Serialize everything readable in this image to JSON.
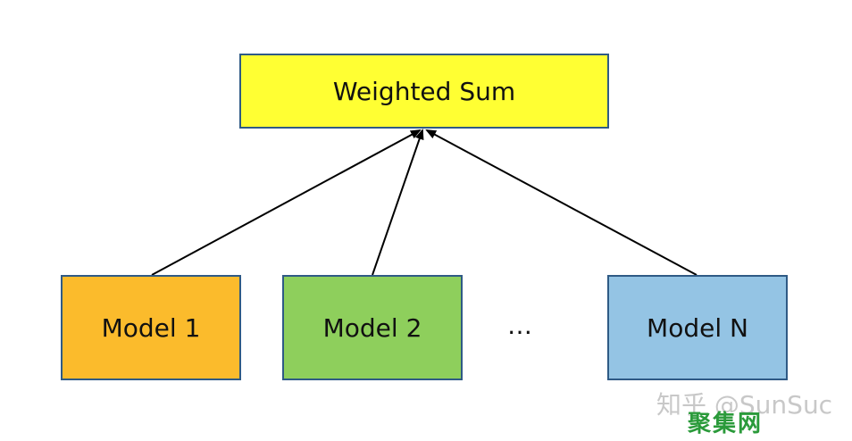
{
  "nodes": {
    "sum": {
      "label": "Weighted Sum",
      "color": "#ffff33"
    },
    "model_1": {
      "label": "Model 1",
      "color": "#fbbb2c"
    },
    "model_2": {
      "label": "Model 2",
      "color": "#8ecf5c"
    },
    "model_n": {
      "label": "Model N",
      "color": "#94c4e4"
    }
  },
  "ellipsis": "…",
  "border_color": "#2f5a85",
  "watermark": {
    "text": "知乎 @SunSuc",
    "logo": "聚集网"
  }
}
